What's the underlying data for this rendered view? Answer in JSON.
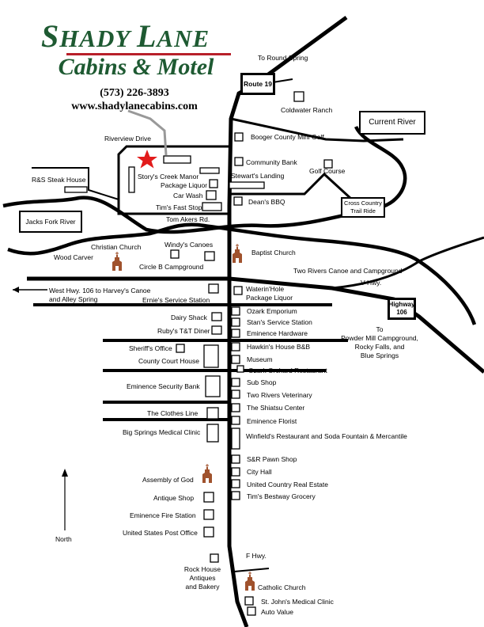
{
  "brand": {
    "name_line1_a": "S",
    "name_line1_b": "HADY ",
    "name_line1_c": "L",
    "name_line1_d": "ANE",
    "name_line2": "Cabins & Motel",
    "phone": "(573) 226-3893",
    "website": "www.shadylanecabins.com"
  },
  "colors": {
    "brand_green": "#1e5a32",
    "accent_red": "#b8202a",
    "road": "#000000",
    "star": "#e21b1b",
    "church": "#a0522d"
  },
  "icons": [
    "star-icon",
    "church-icon",
    "north-arrow-icon"
  ],
  "labels": {
    "to_round_spring": "To Round Spring",
    "route19": "Route 19",
    "coldwater_ranch": "Coldwater Ranch",
    "current_river": "Current River",
    "riverview_drive": "Riverview Drive",
    "booger_county": "Booger County Mini Golf",
    "community_bank": "Community Bank",
    "golf_course": "Golf Course",
    "rs_steak": "R&S Steak House",
    "storys_creek": "Story's Creek Manor",
    "package_liquor": "Package Liquor",
    "stewarts_landing": "Stewart's Landing",
    "car_wash": "Car Wash",
    "cross_country": "Cross Country Trail Ride",
    "deans_bbq": "Dean's BBQ",
    "tims_fast_stop": "Tim's Fast Stop",
    "jacks_fork": "Jacks Fork River",
    "tom_akers": "Tom Akers Rd.",
    "christian_church": "Christian Church",
    "windys_canoes": "Windy's Canoes",
    "wood_carver": "Wood Carver",
    "baptist_church": "Baptist Church",
    "circle_b": "Circle B Campground",
    "two_rivers_canoe": "Two Rivers Canoe and Campground",
    "v_hwy": "V Hwy.",
    "west_hwy_1": "West Hwy. 106 to Harvey's Canoe",
    "west_hwy_2": "and Alley Spring",
    "waterin_hole_1": "Waterin'Hole",
    "waterin_hole_2": "Package Liquor",
    "ernies": "Ernie's Service Station",
    "highway_106_1": "Highway",
    "highway_106_2": "106",
    "dairy_shack": "Dairy Shack",
    "ozark_emporium": "Ozark Emporium",
    "stans": "Stan's Service Station",
    "rubys": "Ruby's T&T Diner",
    "eminence_hardware": "Eminence Hardware",
    "to_powder_1": "To",
    "to_powder_2": "Powder Mill Campground,",
    "to_powder_3": "Rocky Falls, and",
    "to_powder_4": "Blue Springs",
    "sheriffs": "Sheriff's Office",
    "hawkins": "Hawkin's House B&B",
    "county_court": "County Court House",
    "museum": "Museum",
    "ozark_orchard": "Ozark Orchard Restaurant",
    "security_bank": "Eminence Security Bank",
    "sub_shop": "Sub Shop",
    "two_rivers_vet": "Two Rivers Veterinary",
    "shiatsu": "The Shiatsu Center",
    "clothes_line": "The Clothes Line",
    "eminence_florist": "Eminence Florist",
    "big_springs": "Big Springs Medical Clinic",
    "winfields": "Winfield's Restaurant and Soda Fountain & Mercantile",
    "sr_pawn": "S&R Pawn Shop",
    "assembly_of_god": "Assembly of God",
    "city_hall": "City Hall",
    "united_country": "United Country Real Estate",
    "antique_shop": "Antique Shop",
    "tims_bestway": "Tim's Bestway Grocery",
    "fire_station": "Eminence Fire Station",
    "post_office": "United States Post Office",
    "north": "North",
    "f_hwy": "F Hwy.",
    "rock_house_1": "Rock House",
    "rock_house_2": "Antiques",
    "rock_house_3": "and Bakery",
    "catholic_church": "Catholic Church",
    "st_johns": "St. John's Medical Clinic",
    "auto_value": "Auto Value"
  }
}
